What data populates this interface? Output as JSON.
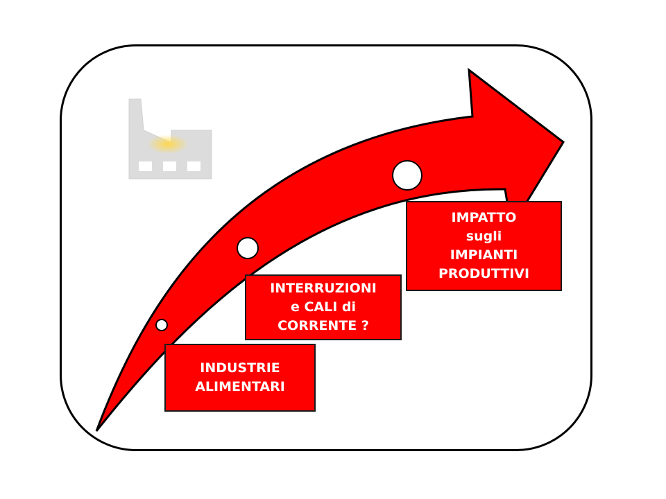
{
  "colors": {
    "arrow_fill": "#ff0000",
    "box_fill": "#ff0000",
    "box_text": "#ffffff",
    "factory": "#d9d9d9"
  },
  "icons": {
    "factory": "factory-icon"
  },
  "steps": [
    {
      "lines": [
        "INDUSTRIE",
        "ALIMENTARI"
      ]
    },
    {
      "lines": [
        "INTERRUZIONI",
        "e CALI di",
        "CORRENTE ?"
      ]
    },
    {
      "lines": [
        "IMPATTO",
        "sugli",
        "IMPIANTI",
        "PRODUTTIVI"
      ]
    }
  ]
}
